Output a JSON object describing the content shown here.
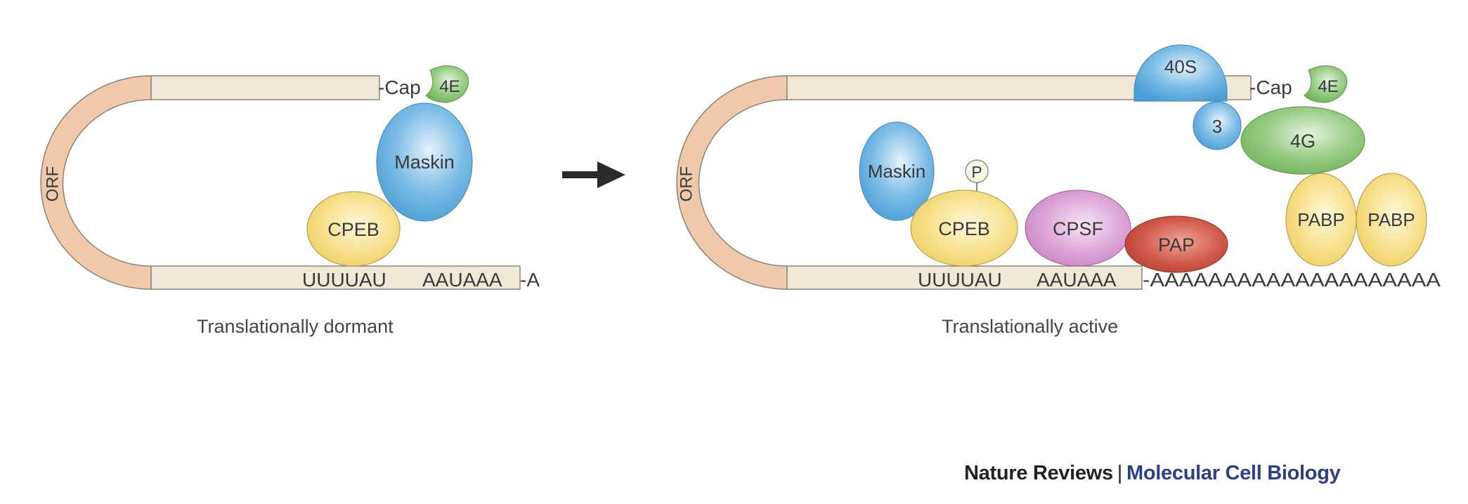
{
  "figure": {
    "panels": [
      {
        "id": "dormant",
        "caption": "Translationally dormant",
        "orf_label": "ORF",
        "cap_label": "-Cap",
        "sequence_u": "UUUUAU",
        "sequence_a": "AAUAAA",
        "tail": "-A",
        "proteins": [
          {
            "key": "4E",
            "label": "4E",
            "color": "#7fbf6a"
          },
          {
            "key": "maskin",
            "label": "Maskin",
            "color": "#5aa9dc"
          },
          {
            "key": "cpeb",
            "label": "CPEB",
            "color": "#f3d36e"
          }
        ]
      },
      {
        "id": "active",
        "caption": "Translationally active",
        "orf_label": "ORF",
        "cap_label": "-Cap",
        "sequence_u": "UUUUAU",
        "sequence_a": "AAUAAA",
        "tail": "-AAAAAAAAAAAAAAAAAAAA",
        "proteins": [
          {
            "key": "40s",
            "label": "40S",
            "color": "#5aa9dc"
          },
          {
            "key": "eif3",
            "label": "3",
            "color": "#5aa9dc"
          },
          {
            "key": "4E",
            "label": "4E",
            "color": "#7fbf6a"
          },
          {
            "key": "4g",
            "label": "4G",
            "color": "#7fbf6a"
          },
          {
            "key": "maskin",
            "label": "Maskin",
            "color": "#5aa9dc"
          },
          {
            "key": "phospho",
            "label": "P",
            "color": "#fbf6e4"
          },
          {
            "key": "cpeb",
            "label": "CPEB",
            "color": "#f3d36e"
          },
          {
            "key": "cpsf",
            "label": "CPSF",
            "color": "#d692cf"
          },
          {
            "key": "pap",
            "label": "PAP",
            "color": "#cf4f3f"
          },
          {
            "key": "pabp1",
            "label": "PABP",
            "color": "#f3d36e"
          },
          {
            "key": "pabp2",
            "label": "PABP",
            "color": "#f3d36e"
          }
        ]
      }
    ],
    "transition_arrow": "right-arrow",
    "colors": {
      "orf": "#f0c9aa",
      "utr": "#efe8d6",
      "outline": "#8a8478"
    }
  },
  "credit": {
    "publisher": "Nature Reviews",
    "separator": "|",
    "journal": "Molecular Cell Biology",
    "journal_color": "#2e3f86"
  }
}
